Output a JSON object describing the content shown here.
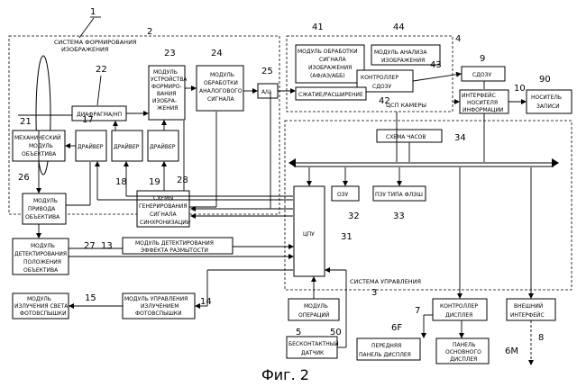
{
  "figure": {
    "label_main": "1",
    "caption": "Фиг. 2"
  },
  "system_image": {
    "title_l1": "СИСТЕМА ФОРМИРОВАНИЯ",
    "title_l2": "ИЗОБРАЖЕНИЯ",
    "ref": "2"
  },
  "system_control": {
    "title": "СИСТЕМА УПРАВЛЕНИЯ",
    "ref": "3"
  },
  "dsp": {
    "title": "ЦСП КАМЕРЫ",
    "ref": "4"
  },
  "blocks": {
    "diaphragm": {
      "text": "ДИАФРАГМА/НП",
      "ref": "22"
    },
    "imager": {
      "l1": "МОДУЛЬ",
      "l2": "УСТРОЙСТВА",
      "l3": "ФОРМИРО-",
      "l4": "ВАНИЯ",
      "l5": "ИЗОБРА-",
      "l6": "ЖЕНИЯ",
      "ref": "23"
    },
    "analog": {
      "l1": "МОДУЛЬ",
      "l2": "ОБРАБОТКИ",
      "l3": "АНАЛОГОВОГО",
      "l4": "СИГНАЛА",
      "ref": "24"
    },
    "adc": {
      "text": "А/Ц",
      "ref": "25"
    },
    "lens_mech": {
      "l1": "МЕХАНИЧЕСКИЙ",
      "l2": "МОДУЛЬ",
      "l3": "ОБЪЕКТИВА",
      "ref": "21"
    },
    "driver17": {
      "text": "ДРАЙВЕР",
      "ref": "17"
    },
    "driver18": {
      "text": "ДРАЙВЕР",
      "ref": "18"
    },
    "driver19": {
      "text": "ДРАЙВЕР",
      "ref": "19"
    },
    "lens_drive": {
      "l1": "МОДУЛЬ",
      "l2": "ПРИВОДА",
      "l3": "ОБЪЕКТИВА",
      "ref": "26"
    },
    "sync": {
      "l1": "СХЕМЫ",
      "l2": "ГЕНЕРИРОВАНИЯ",
      "l3": "СИГНАЛА",
      "l4": "СИНХРОНИЗАЦИИ",
      "ref": "28"
    },
    "lens_pos": {
      "l1": "МОДУЛЬ",
      "l2": "ДЕТЕКТИРОВАНИЯ",
      "l3": "ПОЛОЖЕНИЯ",
      "l4": "ОБЪЕКТИВА",
      "ref": "27"
    },
    "blur": {
      "l1": "МОДУЛЬ ДЕТЕКТИРОВАНИЯ",
      "l2": "ЭФФЕКТА РАЗМЫТОСТИ",
      "ref": "13"
    },
    "flash_emit": {
      "l1": "МОДУЛЬ",
      "l2": "ИЗЛУЧЕНИЯ СВЕТА",
      "l3": "ФОТОВСПЫШКИ",
      "ref": "15"
    },
    "flash_ctrl": {
      "l1": "МОДУЛЬ УПРАВЛЕНИЯ",
      "l2": "ИЗЛУЧЕНИЕМ",
      "l3": "ФОТОВСПЫШКИ",
      "ref": "14"
    },
    "sig_proc": {
      "l1": "МОДУЛЬ ОБРАБОТКИ",
      "l2": "СИГНАЛА",
      "l3": "ИЗОБРАЖЕНИЯ",
      "l4": "(АФ/АЭ/АББ)",
      "ref": "41"
    },
    "analysis": {
      "l1": "МОДУЛЬ АНАЛИЗА",
      "l2": "ИЗОБРАЖЕНИЯ",
      "ref": "44"
    },
    "sdram_ctrl": {
      "l1": "КОНТРОЛЛЕР",
      "l2": "СДОЗУ",
      "ref": "43"
    },
    "compress": {
      "text": "СЖАТИЕ/РАСШИРЕНИЕ",
      "ref": "42"
    },
    "sdram": {
      "text": "СДОЗУ",
      "ref": "9"
    },
    "media_if": {
      "l1": "ИНТЕРФЕЙС",
      "l2": "НОСИТЕЛЯ",
      "l3": "ИНФОРМАЦИИ",
      "ref": "10"
    },
    "media": {
      "l1": "НОСИТЕЛЬ",
      "l2": "ЗАПИСИ",
      "ref": "90"
    },
    "clock": {
      "text": "СХЕМА ЧАСОВ",
      "ref": "34"
    },
    "ram": {
      "text": "ОЗУ",
      "ref": "32"
    },
    "flash_rom": {
      "text": "ПЗУ ТИПА ФЛЭШ",
      "ref": "33"
    },
    "cpu": {
      "text": "ЦПУ",
      "ref": "31"
    },
    "ops": {
      "l1": "МОДУЛЬ",
      "l2": "ОПЕРАЦИЙ",
      "ref": "5"
    },
    "touch": {
      "l1": "БЕСКОНТАКТНЫЙ",
      "l2": "ДАТЧИК",
      "ref": "50"
    },
    "disp_ctrl": {
      "l1": "КОНТРОЛЛЕР",
      "l2": "ДИСПЛЕЯ",
      "ref": "7"
    },
    "ext_if": {
      "l1": "ВНЕШНИЙ",
      "l2": "ИНТЕРФЕЙС",
      "ref": "8"
    },
    "front_panel": {
      "l1": "ПЕРЕДНЯЯ",
      "l2": "ПАНЕЛЬ ДИСПЛЕЯ",
      "ref": "6F"
    },
    "main_panel": {
      "l1": "ПАНЕЛЬ",
      "l2": "ОСНОВНОГО",
      "l3": "ДИСПЛЕЯ",
      "ref": "6M"
    }
  }
}
